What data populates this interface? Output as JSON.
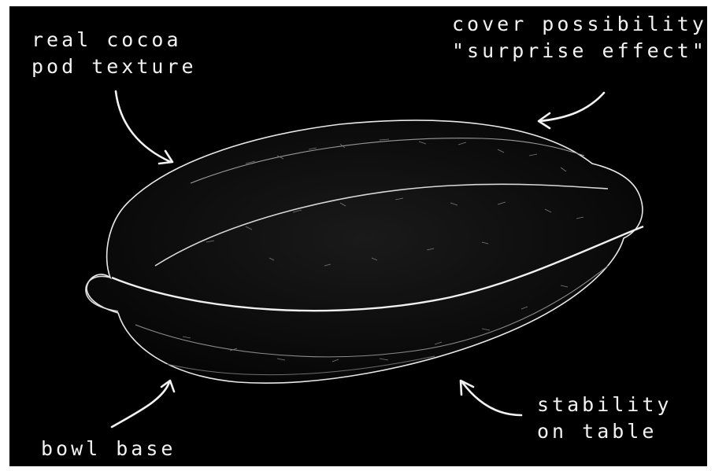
{
  "colors": {
    "background": "#000000",
    "ink": "#f2f2f2",
    "frame": "#ffffff"
  },
  "annotations": {
    "texture": {
      "line1": "real cocoa",
      "line2": "pod texture"
    },
    "cover": {
      "line1": "cover possibility",
      "line2": "\"surprise effect\""
    },
    "bowl_base": {
      "line1": "bowl base"
    },
    "stability": {
      "line1": "stability",
      "line2": "on table"
    }
  },
  "illustration": {
    "subject": "cocoa-pod"
  }
}
